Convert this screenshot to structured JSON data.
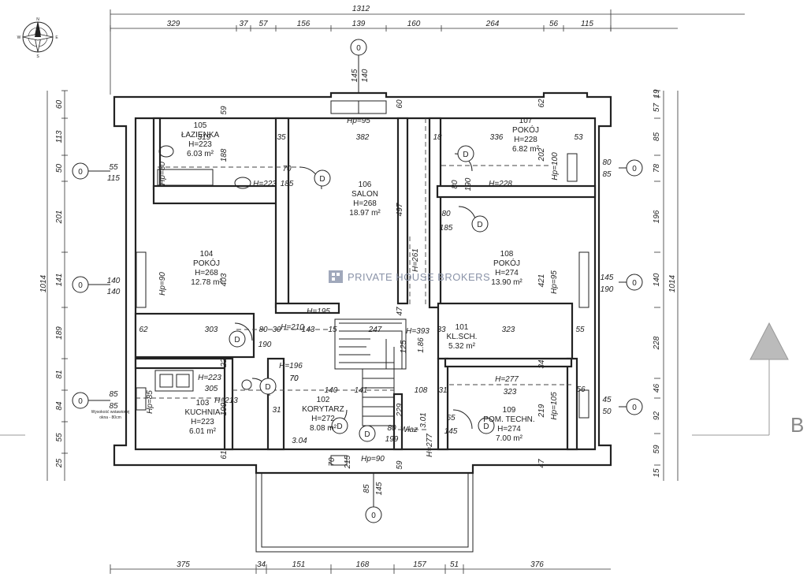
{
  "dimensions": {
    "total_top": "1312",
    "total_left": "1014",
    "total_right": "1014",
    "top_segments": [
      "329",
      "37",
      "57",
      "156",
      "139",
      "160",
      "264",
      "56",
      "115"
    ],
    "bottom_segments": [
      "375",
      "34",
      "151",
      "168",
      "157",
      "51",
      "376"
    ],
    "left_segments": [
      "60",
      "113",
      "50",
      "201",
      "141",
      "189",
      "81",
      "84",
      "55",
      "25"
    ],
    "right_segments": [
      "19",
      "57",
      "85",
      "78",
      "196",
      "140",
      "228",
      "46",
      "92",
      "59",
      "15"
    ]
  },
  "rooms": [
    {
      "id": "105",
      "name": "ŁAZIENKA",
      "height": "H=223",
      "area": "6.03 m²"
    },
    {
      "id": "106",
      "name": "SALON",
      "height": "H=268",
      "area": "18.97 m²"
    },
    {
      "id": "107",
      "name": "POKÓJ",
      "height": "H=228",
      "area": "6.82 m²"
    },
    {
      "id": "104",
      "name": "POKÓJ",
      "height": "H=268",
      "area": "12.78 m²"
    },
    {
      "id": "108",
      "name": "POKÓJ",
      "height": "H=274",
      "area": "13.90 m²"
    },
    {
      "id": "101",
      "name": "KL.SCH.",
      "height": "",
      "area": "5.32 m²"
    },
    {
      "id": "103",
      "name": "KUCHNIA",
      "height": "H=223",
      "area": "6.01 m²"
    },
    {
      "id": "102",
      "name": "KORYTARZ",
      "height": "H=272",
      "area": "8.08 m²"
    },
    {
      "id": "109",
      "name": "POM. TECHN.",
      "height": "H=274",
      "area": "7.00 m²"
    }
  ],
  "inner_dims": {
    "d319": "319",
    "d382": "382",
    "d336": "336",
    "d53": "53",
    "d35": "35",
    "d18": "18",
    "d59": "59",
    "d60": "60",
    "d62": "62",
    "d188": "188",
    "d202": "202",
    "d403": "403",
    "d497": "497",
    "d421": "421",
    "d303": "303",
    "d247": "247",
    "d323": "323",
    "d305": "305",
    "d141": "141",
    "d108": "108",
    "d323b": "323",
    "d62b": "62",
    "d55": "55",
    "d56": "56",
    "d33": "33",
    "d15": "15",
    "d47": "47",
    "d143": "143",
    "d30": "30",
    "d80": "80",
    "d22": "22",
    "d199": "199",
    "d229": "229",
    "d219": "219",
    "d61": "61",
    "d59b": "59",
    "d47b": "47",
    "d34": "34",
    "d31": "31",
    "d31b": "31",
    "d70": "70",
    "d70b": "70",
    "d215": "215"
  },
  "heights": {
    "h195": "H=195",
    "h210": "H=210",
    "h196": "H=196",
    "h223": "H=223",
    "h213": "H=213",
    "h393": "H=393",
    "h277": "H=277",
    "h261": "H=261",
    "h228b": "H=228",
    "h223b": "H=223",
    "h277b": "H=277"
  },
  "openings": {
    "hp95top": "Hp=95",
    "hp90left": "Hp=90",
    "hp95right": "Hp=95",
    "hp100": "Hp=100",
    "hp80": "Hp=80",
    "hp85": "Hp=85",
    "hp105": "Hp=105",
    "hp90bottom": "Hp=90",
    "w145": "145",
    "w140": "140",
    "w140b": "140",
    "w145b": "145",
    "w55": "55",
    "w115": "115",
    "w80": "80",
    "w85": "85",
    "w85b": "85",
    "w85c": "85",
    "w45": "45",
    "w50": "50",
    "w85bot": "85",
    "w145bot": "145",
    "w70": "70",
    "w185": "185",
    "w80b": "80",
    "w185b": "185",
    "w80c": "80",
    "w190": "190",
    "w70c": "70",
    "w190c": "190",
    "w140c": "140",
    "w65": "65",
    "w145c": "145",
    "w80d": "80",
    "w199": "199",
    "w190d": "190",
    "w186": "1.86",
    "w125": "125",
    "w304": "3.04",
    "w301": "3.01"
  },
  "labels": {
    "marker_o": "0",
    "marker_d": "D",
    "wlaz": "Właz",
    "window_note": "Wysokość wstawionej okna - 80cm",
    "section": "B",
    "watermark": "PRIVATE HOUSE BROKERS"
  },
  "compass": {
    "n": "N",
    "s": "S",
    "e": "E",
    "w": "W"
  }
}
